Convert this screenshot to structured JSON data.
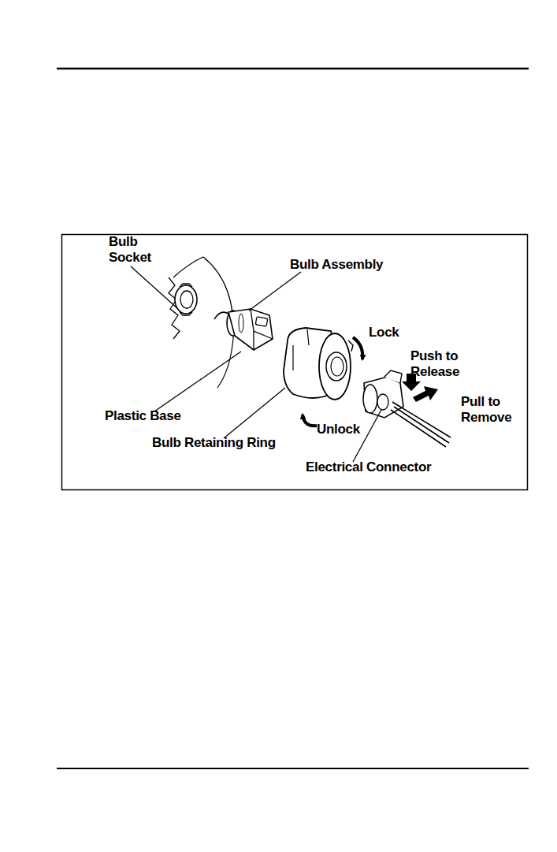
{
  "diagram": {
    "labels": [
      "Bulb Socket",
      "Bulb Assembly",
      "Lock",
      "Push to Release",
      "Pull to Remove",
      "Plastic Base",
      "Unlock",
      "Bulb Retaining Ring",
      "Electrical Connector"
    ]
  }
}
